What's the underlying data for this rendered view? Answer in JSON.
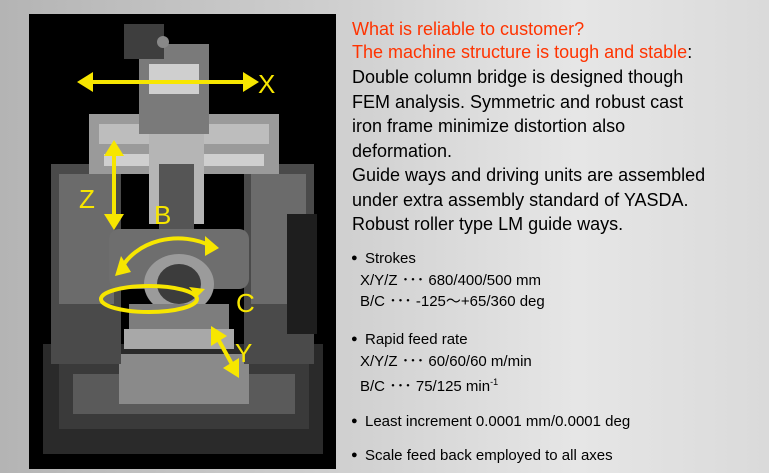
{
  "heading": {
    "line1": "What is reliable to customer?",
    "line2": "The machine structure is tough and stable",
    "line2_suffix": ":"
  },
  "body_lines": [
    "Double column bridge is designed though",
    "FEM analysis.  Symmetric and robust cast",
    "iron frame minimize distortion also",
    "deformation.",
    "Guide ways and driving units are assembled",
    "under extra assembly standard of YASDA.",
    "Robust roller type LM guide ways."
  ],
  "specs": {
    "strokes": {
      "title": "Strokes",
      "xyz_label": "X/Y/Z",
      "xyz_value": "680/400/500 mm",
      "bc_label": "B/C",
      "bc_value": "-125～+65/360 deg"
    },
    "rapid": {
      "title": "Rapid feed rate",
      "xyz_label": "X/Y/Z",
      "xyz_value": "60/60/60 m/min",
      "bc_label": "B/C",
      "bc_value": "75/125 min",
      "bc_sup": "-1"
    },
    "dots": "･･･",
    "least_increment": "Least increment 0.0001 mm/0.0001 deg",
    "scale_feedback": "Scale feed back employed to all axes"
  },
  "bullet_glyph": "●",
  "photo": {
    "axis_labels": {
      "x": "X",
      "y": "Y",
      "z": "Z",
      "b": "B",
      "c": "C"
    },
    "arrow_color": "#f7e600"
  },
  "colors": {
    "heading": "#ff3300",
    "text": "#000000",
    "arrow": "#f7e600"
  }
}
